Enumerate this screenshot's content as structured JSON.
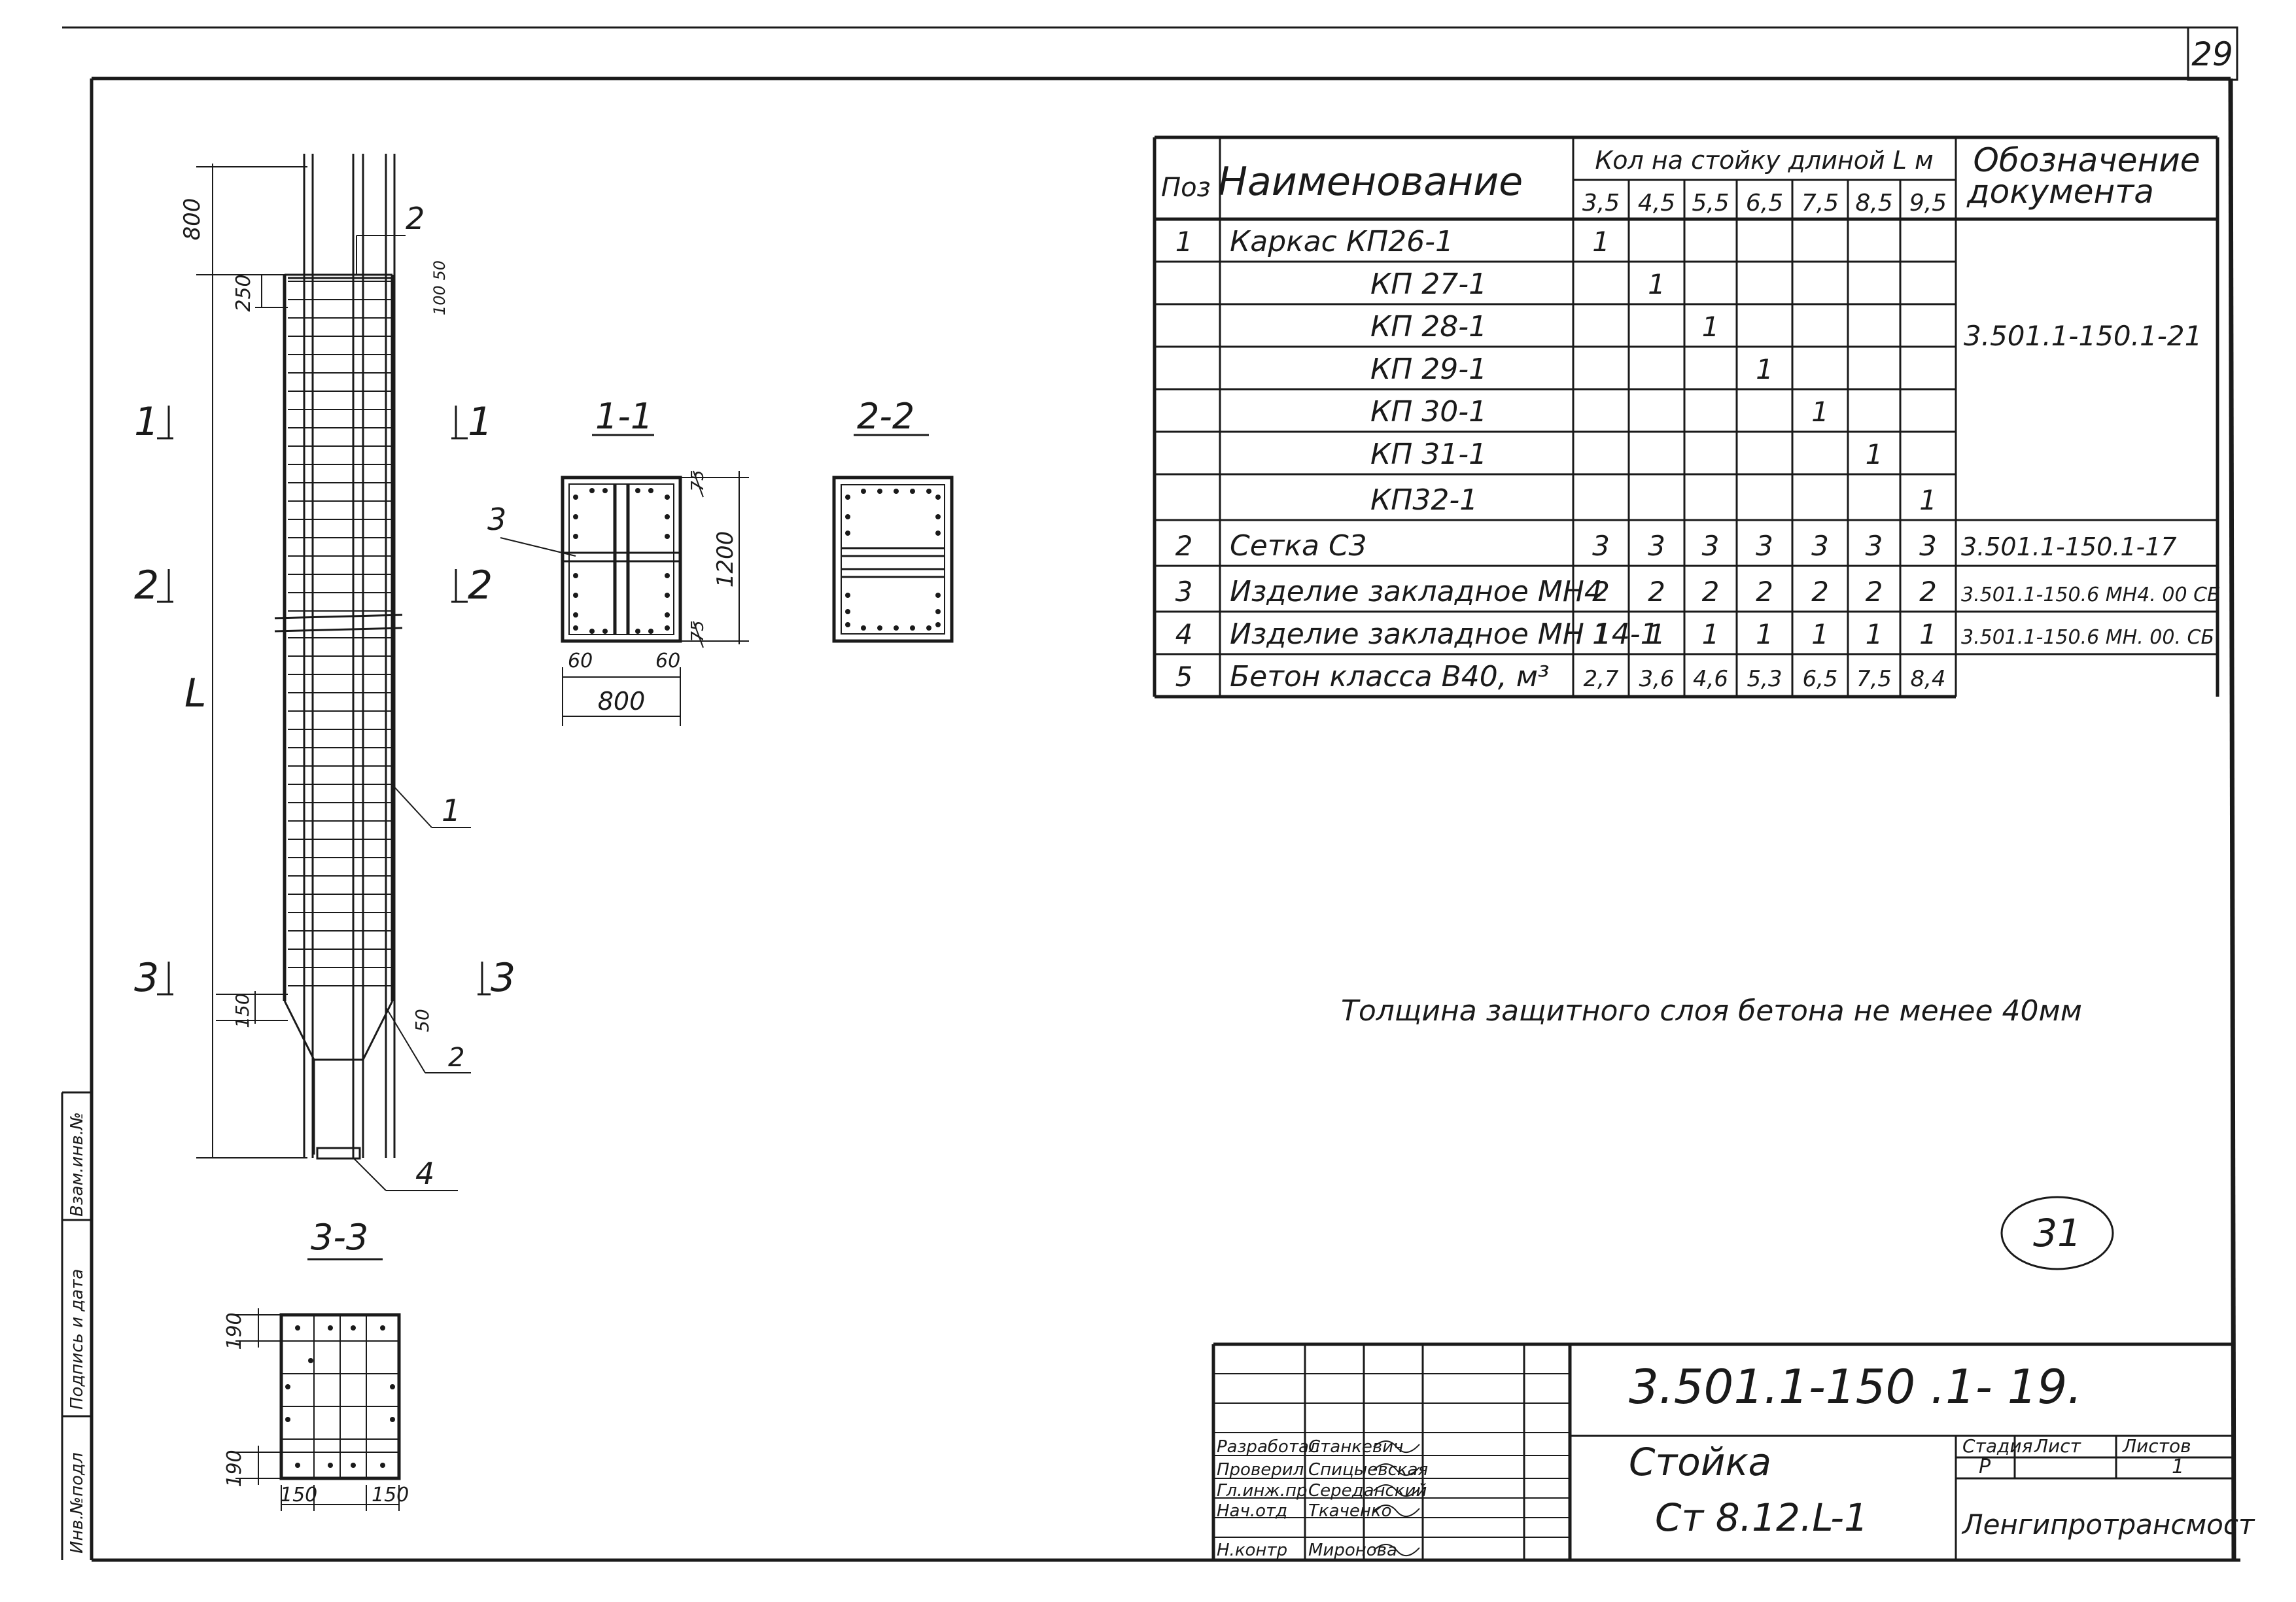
{
  "sheet": {
    "page_number": "29",
    "stamp_number": "31",
    "note": "Толщина защитного слоя бетона не менее 40мм",
    "side_stamp": [
      "Инв.№подл",
      "Подпись и дата",
      "Взам.инв.№"
    ]
  },
  "drawing": {
    "section_11_title": "1-1",
    "section_22_title": "2-2",
    "section_33_title": "3-3",
    "cut_labels": {
      "c1_left": "1",
      "c1_right": "1",
      "c2_left": "2",
      "c2_right": "2",
      "c3_left": "3",
      "c3_right": "3"
    },
    "callouts": {
      "pos1": "1",
      "pos2_top": "2",
      "pos2_bottom": "2",
      "pos3": "3",
      "pos4": "4"
    },
    "dims": {
      "top_800": "800",
      "d_250": "250",
      "d_100_50": "100 50",
      "length": "L",
      "d_150": "150",
      "d_50": "50",
      "s11_60_left": "60",
      "s11_60_right": "60",
      "s11_width": "800",
      "s11_height": "1200",
      "s11_75_top": "75",
      "s11_75_bottom": "75",
      "s33_190_top": "190",
      "s33_190_bottom": "190",
      "s33_150_left": "150",
      "s33_150_right": "150"
    }
  },
  "spec_table": {
    "h_pos": "Поз",
    "h_name": "Наименование",
    "h_qty": "Кол на стойку длиной L м",
    "h_doc": "Обозначение документа",
    "lengths": [
      "3,5",
      "4,5",
      "5,5",
      "6,5",
      "7,5",
      "8,5",
      "9,5"
    ],
    "rows": [
      {
        "pos": "1",
        "name": "Каркас   КП26-1",
        "q": [
          "1",
          "",
          "",
          "",
          "",
          "",
          ""
        ],
        "doc": ""
      },
      {
        "pos": "",
        "name": "КП 27-1",
        "q": [
          "",
          "1",
          "",
          "",
          "",
          "",
          ""
        ],
        "doc": ""
      },
      {
        "pos": "",
        "name": "КП 28-1",
        "q": [
          "",
          "",
          "1",
          "",
          "",
          "",
          ""
        ],
        "doc": ""
      },
      {
        "pos": "",
        "name": "КП 29-1",
        "q": [
          "",
          "",
          "",
          "1",
          "",
          "",
          ""
        ],
        "doc": ""
      },
      {
        "pos": "",
        "name": "КП 30-1",
        "q": [
          "",
          "",
          "",
          "",
          "1",
          "",
          ""
        ],
        "doc": ""
      },
      {
        "pos": "",
        "name": "КП 31-1",
        "q": [
          "",
          "",
          "",
          "",
          "",
          "1",
          ""
        ],
        "doc": ""
      },
      {
        "pos": "",
        "name": "КП32-1",
        "q": [
          "",
          "",
          "",
          "",
          "",
          "",
          "1"
        ],
        "doc": ""
      },
      {
        "pos": "2",
        "name": "Сетка С3",
        "q": [
          "3",
          "3",
          "3",
          "3",
          "3",
          "3",
          "3"
        ],
        "doc": "3.501.1-150.1-17"
      },
      {
        "pos": "3",
        "name": "Изделие закладное МН4",
        "q": [
          "2",
          "2",
          "2",
          "2",
          "2",
          "2",
          "2"
        ],
        "doc": "3.501.1-150.6 МН4. 00 СБ"
      },
      {
        "pos": "4",
        "name": "Изделие закладное МН 14-1",
        "q": [
          "1",
          "1",
          "1",
          "1",
          "1",
          "1",
          "1"
        ],
        "doc": "3.501.1-150.6 МН. 00. СБ"
      },
      {
        "pos": "5",
        "name": "Бетон класса В40, м³",
        "q": [
          "2,7",
          "3,6",
          "4,6",
          "5,3",
          "6,5",
          "7,5",
          "8,4"
        ],
        "doc": ""
      }
    ],
    "merged_doc_kp": "3.501.1-150.1-21"
  },
  "title_block": {
    "code": "3.501.1-150 .1- 19.",
    "title": "Стойка",
    "mark": "Ст 8.12.L-1",
    "stage_label": "Стадия",
    "sheet_label": "Лист",
    "sheets_label": "Листов",
    "stage": "Р",
    "sheets": "1",
    "org": "Ленгипротрансмост",
    "people": [
      {
        "role": "Разработал",
        "name": "Станкевич"
      },
      {
        "role": "Проверил",
        "name": "Спицыевская"
      },
      {
        "role": "Гл.инж.пр",
        "name": "Середанский"
      },
      {
        "role": "Нач.отд",
        "name": "Ткаченко"
      },
      {
        "role": "Н.контр",
        "name": "Миронова"
      }
    ]
  },
  "colors": {
    "ink": "#1a1a1a",
    "paper": "#ffffff"
  }
}
